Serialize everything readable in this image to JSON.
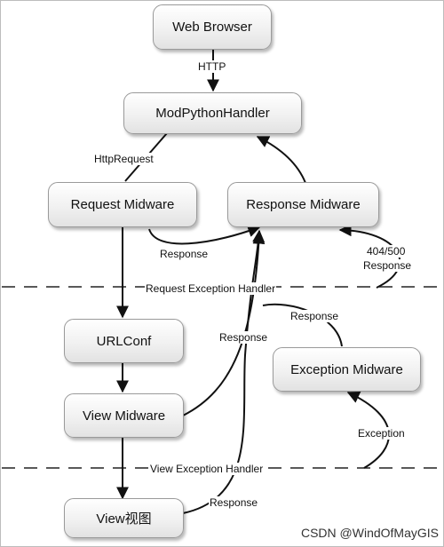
{
  "nodes": {
    "web_browser": "Web Browser",
    "modpython_handler": "ModPythonHandler",
    "request_midware": "Request Midware",
    "response_midware": "Response Midware",
    "urlconf": "URLConf",
    "view_midware": "View Midware",
    "exception_midware": "Exception Midware",
    "view": "View视图"
  },
  "edges": {
    "http": "HTTP",
    "http_request": "HttpRequest",
    "response_1": "Response",
    "status_code": "404/500",
    "status_response": "Response",
    "response_2": "Response",
    "response_3": "Response",
    "exception": "Exception",
    "response_4": "Response"
  },
  "dividers": {
    "request_exception_handler": "Request Exception Handler",
    "view_exception_handler": "View Exception Handler"
  },
  "watermark": "CSDN @WindOfMayGIS"
}
